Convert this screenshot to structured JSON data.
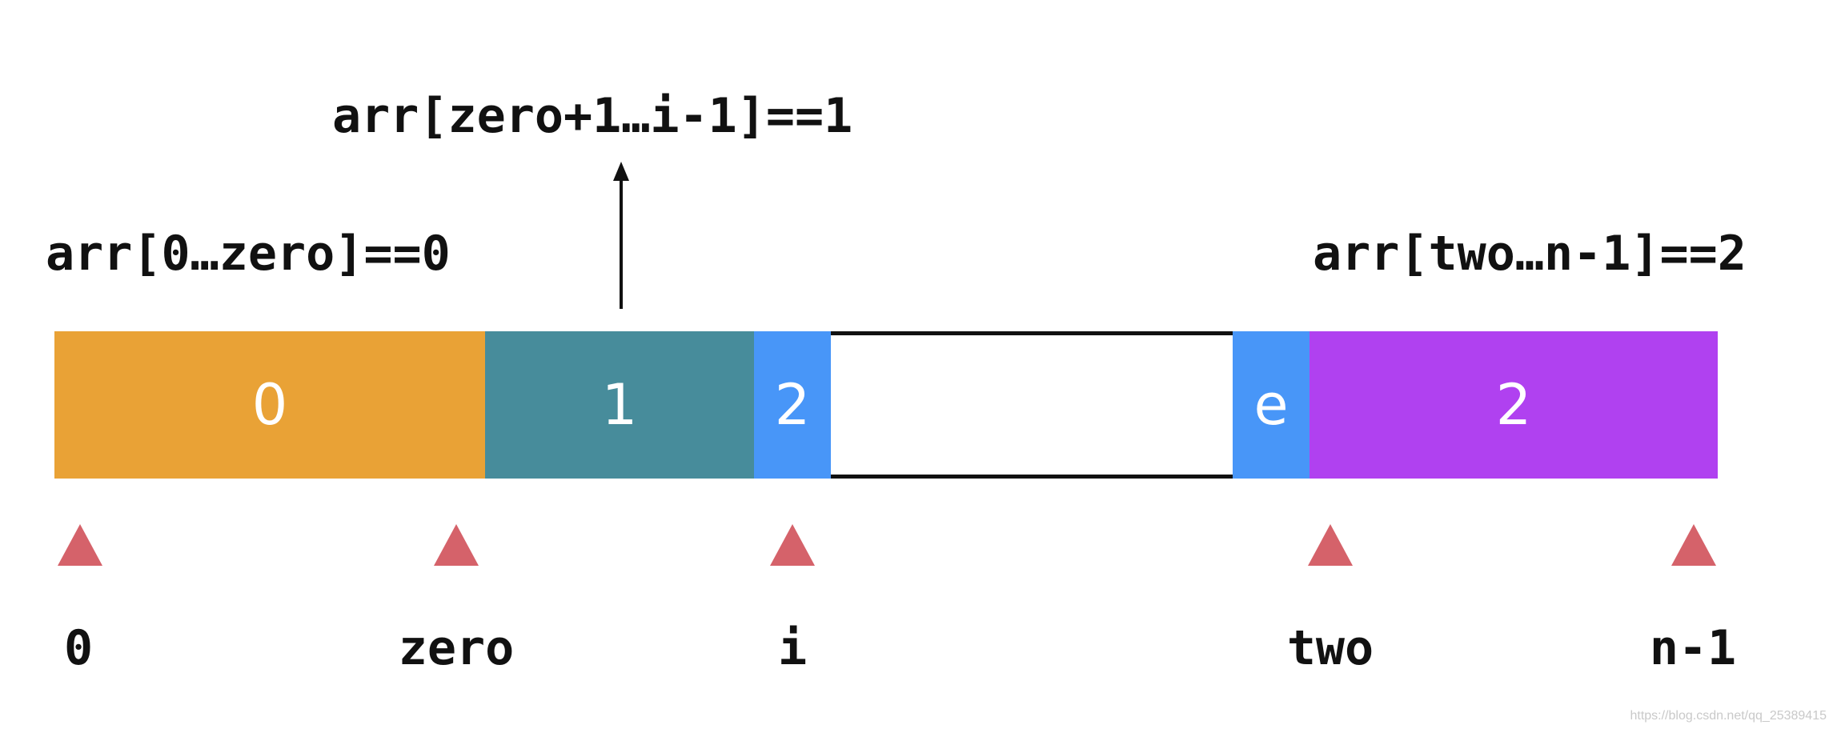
{
  "annotations": {
    "middle": "arr[zero+1…i-1]==1",
    "left": "arr[0…zero]==0",
    "right": "arr[two…n-1]==2"
  },
  "segments": {
    "zeros": {
      "label": "0",
      "color": "#e9a236"
    },
    "ones": {
      "label": "1",
      "color": "#478c9b"
    },
    "current": {
      "label": "2",
      "color": "#4896f8"
    },
    "unprocessed": {
      "label": "",
      "color": "#ffffff"
    },
    "end": {
      "label": "e",
      "color": "#4896f8"
    },
    "twos": {
      "label": "2",
      "color": "#b041f0"
    }
  },
  "pointers": {
    "p0": "0",
    "zero": "zero",
    "i": "i",
    "two": "two",
    "n1": "n-1"
  },
  "pointer_color": "#d5626a",
  "watermark": "https://blog.csdn.net/qq_25389415"
}
